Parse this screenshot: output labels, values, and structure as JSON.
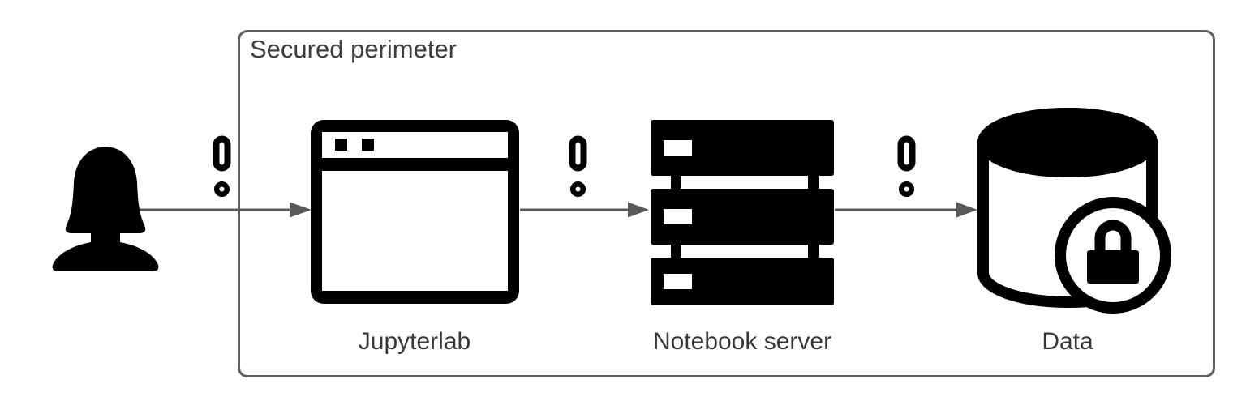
{
  "perimeter": {
    "label": "Secured perimeter"
  },
  "nodes": {
    "user": {
      "icon": "person-icon"
    },
    "jupyterlab": {
      "label": "Jupyterlab",
      "icon": "browser-window-icon"
    },
    "server": {
      "label": "Notebook server",
      "icon": "server-rack-icon"
    },
    "data": {
      "label": "Data",
      "icon": "database-lock-icon"
    }
  },
  "connections": [
    {
      "from": "user",
      "to": "jupyterlab",
      "badge": "exclamation"
    },
    {
      "from": "jupyterlab",
      "to": "server",
      "badge": "exclamation"
    },
    {
      "from": "server",
      "to": "data",
      "badge": "exclamation"
    }
  ],
  "colors": {
    "icon": "#000000",
    "arrow": "#595959",
    "perimeter_border": "#5f5f5f",
    "perimeter_label": "#3d3d3d",
    "node_label": "#383838",
    "background": "#ffffff"
  }
}
